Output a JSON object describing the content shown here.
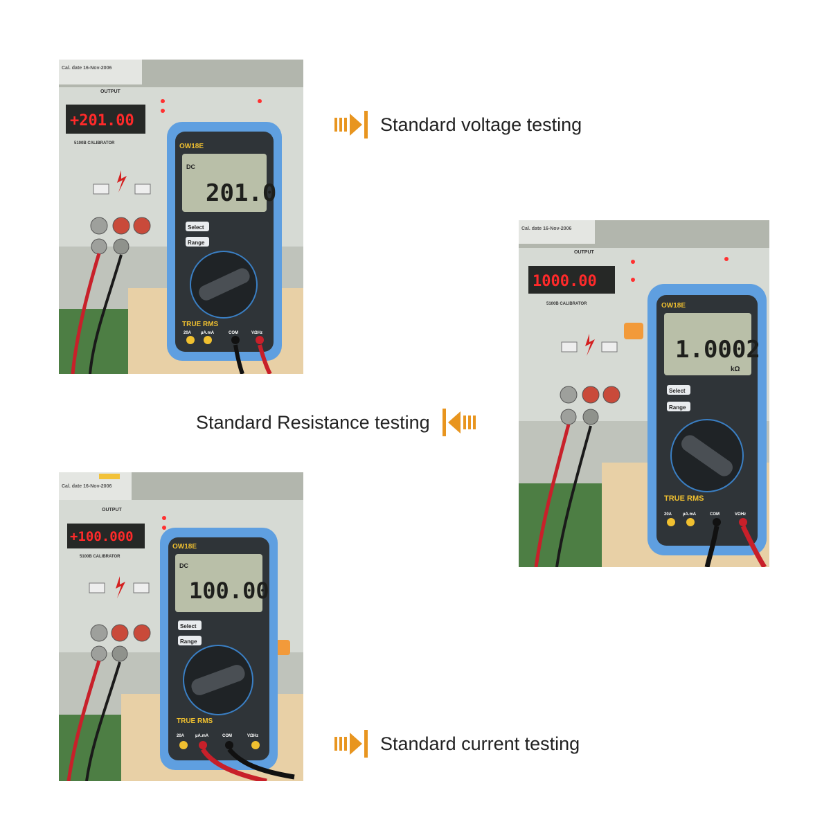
{
  "colors": {
    "arrow": "#e8951f",
    "meter_blue": "#5f9fe0",
    "meter_dark": "#2f3438",
    "lcd": "#b9bfa8",
    "led": "#ff2a2a",
    "lead_red": "#c8202a"
  },
  "panels": [
    {
      "caption": "Standard voltage testing",
      "arrow_icon": "arrow-right-icon",
      "meter_brand": "OW18E",
      "meter_reading": "201.0",
      "meter_mode": "DC",
      "meter_unit": "",
      "calibrator_display": "+201.00",
      "calibrator_model": "5100B CALIBRATOR",
      "output_label": "OUTPUT",
      "badge": "TRUE RMS",
      "jacks": [
        "20A",
        "µA.mA",
        "COM",
        "VΩHz"
      ],
      "buttons": [
        "Select",
        "Range"
      ]
    },
    {
      "caption": "Standard Resistance testing",
      "arrow_icon": "arrow-left-icon",
      "meter_brand": "OW18E",
      "meter_reading": "1.0002",
      "meter_mode": "",
      "meter_unit": "kΩ",
      "calibrator_display": "1000.00",
      "calibrator_model": "5100B CALIBRATOR",
      "output_label": "OUTPUT",
      "badge": "TRUE RMS",
      "jacks": [
        "20A",
        "µA.mA",
        "COM",
        "VΩHz"
      ],
      "buttons": [
        "Select",
        "Range"
      ]
    },
    {
      "caption": "Standard current testing",
      "arrow_icon": "arrow-right-icon",
      "meter_brand": "OW18E",
      "meter_reading": "100.00",
      "meter_mode": "DC",
      "meter_unit": "",
      "calibrator_display": "+100.000",
      "calibrator_model": "5100B CALIBRATOR",
      "output_label": "OUTPUT",
      "badge": "TRUE RMS",
      "jacks": [
        "20A",
        "µA.mA",
        "COM",
        "VΩHz"
      ],
      "buttons": [
        "Select",
        "Range"
      ]
    }
  ]
}
